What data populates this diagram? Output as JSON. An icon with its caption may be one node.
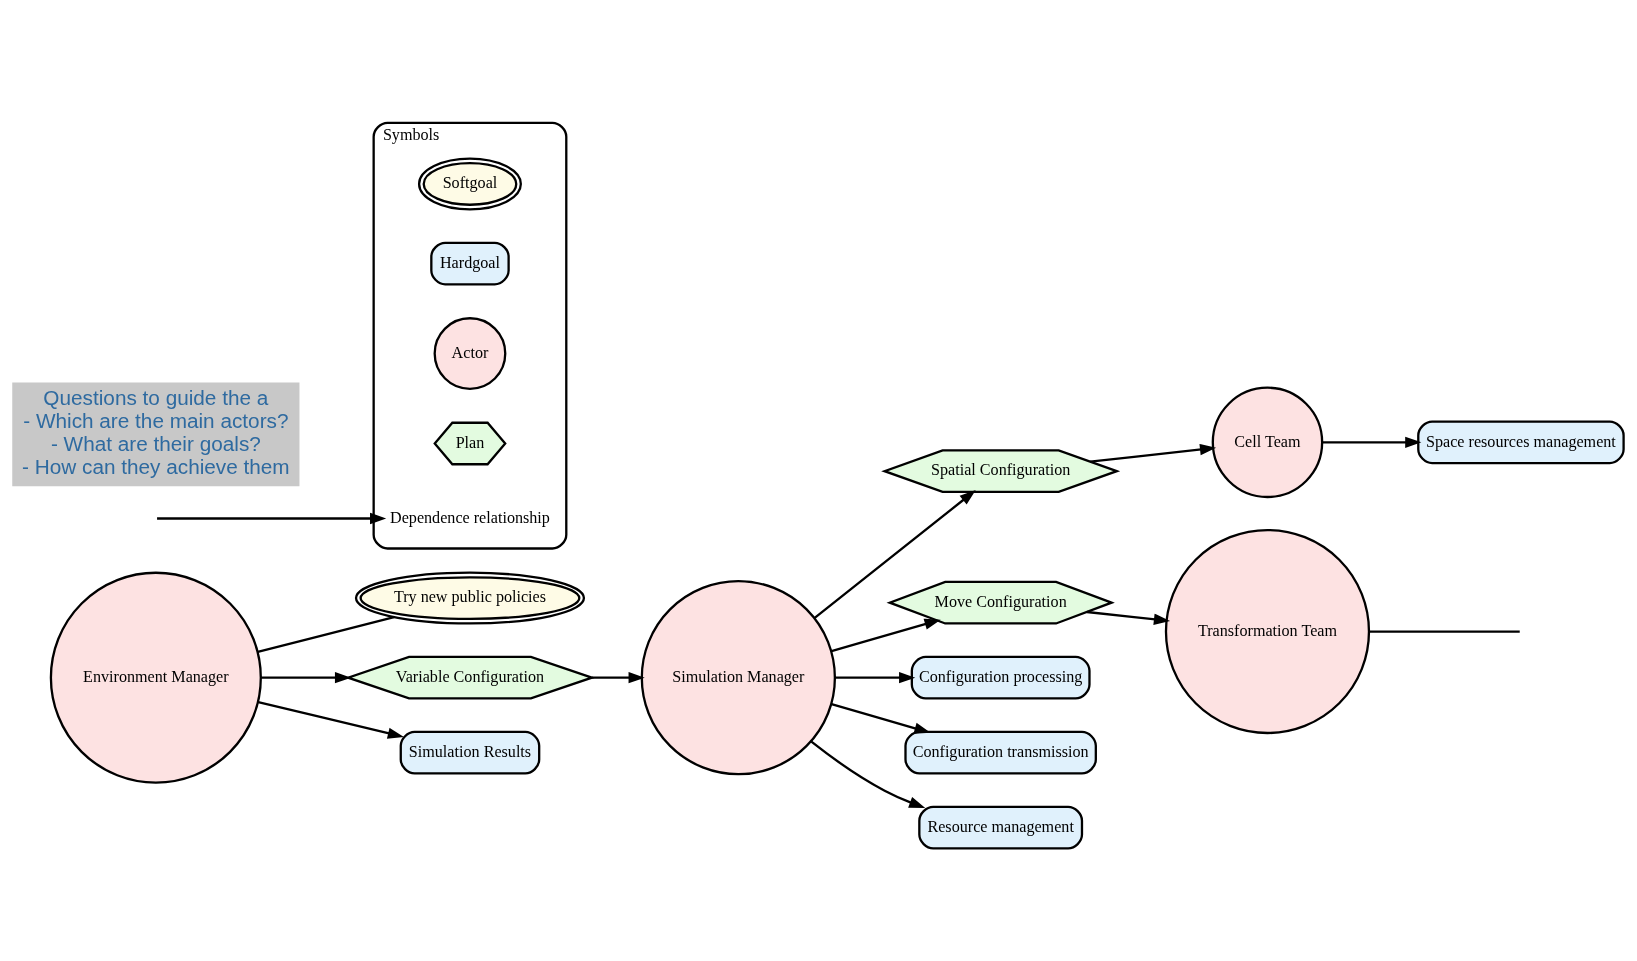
{
  "diagram": {
    "nodes": [
      {
        "text": [
          "Try new public policies"
        ]
      },
      {
        "text": [
          "Environment Manager"
        ]
      },
      {
        "text": [
          "Variable Configuration"
        ]
      },
      {
        "text": [
          "Simulation Manager"
        ]
      },
      {
        "text": [
          "Spatial Configuration"
        ]
      },
      {
        "text": [
          "Space resources management"
        ]
      },
      {
        "text": [
          "Cell Team"
        ]
      },
      {
        "text": [
          "Move Configuration"
        ]
      },
      {
        "text": [
          "Transformation Team"
        ]
      },
      {
        "text": [
          "Simulation Results"
        ]
      },
      {
        "text": [
          "Configuration processing"
        ]
      },
      {
        "text": [
          "Configuration transmission"
        ]
      },
      {
        "text": [
          "Resource management"
        ]
      },
      {
        "text": [
          "Symbols"
        ]
      },
      {
        "text": [
          "Softgoal"
        ],
        "in": 13
      },
      {
        "text": [
          "Hardgoal"
        ],
        "in": 13
      },
      {
        "text": [
          "Actor"
        ],
        "in": 13
      },
      {
        "text": [
          "Plan"
        ],
        "in": 13
      },
      {
        "text": [
          "Dependence relationship"
        ],
        "in": 13
      },
      {
        "text": [
          "Questions to guide the a",
          "- Which are the main actors?",
          "- What are their goals?",
          "- How can they achieve them"
        ]
      }
    ],
    "edges": [
      {
        "from": 1,
        "to": 0,
        "arrow": "none"
      },
      {
        "from": 1,
        "to": 2,
        "arrow": "to"
      },
      {
        "from": 1,
        "to": 9,
        "arrow": "to"
      },
      {
        "from": 2,
        "to": 3,
        "arrow": "to"
      },
      {
        "from": 3,
        "to": 4,
        "arrow": "to"
      },
      {
        "from": 3,
        "to": 7,
        "arrow": "to"
      },
      {
        "from": 3,
        "to": 10,
        "arrow": "to"
      },
      {
        "from": 3,
        "to": 11,
        "arrow": "to"
      },
      {
        "from": 3,
        "to": 12,
        "arrow": "to"
      },
      {
        "from": 4,
        "to": 6,
        "arrow": "to"
      },
      {
        "from": 6,
        "to": 5,
        "arrow": "to"
      },
      {
        "from": 7,
        "to": 8,
        "arrow": "to"
      },
      {
        "from": 8,
        "to": null,
        "arrow": "none"
      },
      {
        "from": null,
        "to": 18,
        "arrow": "to"
      }
    ]
  }
}
